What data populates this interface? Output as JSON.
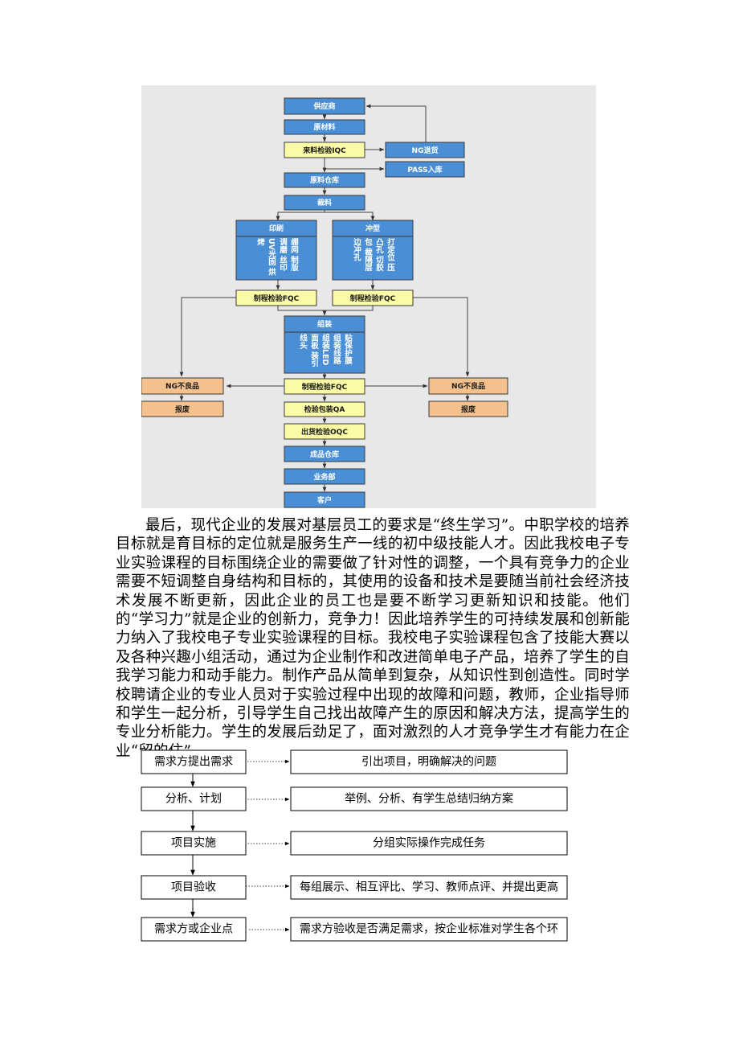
{
  "process_flow": {
    "supplier": "供应商",
    "raw_material": "原材料",
    "incoming_iqc": "来料检验IQC",
    "ng_return": "NG退货",
    "pass_storage": "PASS入库",
    "raw_warehouse": "原料仓库",
    "cutting": "裁料",
    "printing": "印刷",
    "printing_steps": "绷网 制版 调磨 丝印 UV光固 烘烤",
    "stamping": "冲型",
    "stamping_steps": "打定位 压凸孔 切胶包 裁隔层 边冲孔",
    "fqc_left": "制程检验FQC",
    "fqc_right": "制程检验FQC",
    "assembly": "组装",
    "assembly_steps": "贴保护膜 组装线路 组装LED面板 装引线头",
    "fqc_center": "制程检验FQC",
    "ng_defect_left": "NG不良品",
    "scrap_left": "报废",
    "ng_defect_right": "NG不良品",
    "scrap_right": "报废",
    "packing_qa": "检验包装QA",
    "outgoing_oqc": "出货检验OQC",
    "finished_warehouse": "成品仓库",
    "sales_dept": "业务部",
    "customer": "客户"
  },
  "article": {
    "paragraph": "最后，现代企业的发展对基层员工的要求是“终生学习”。中职学校的培养目标就是育目标的定位就是服务生产一线的初中级技能人才。因此我校电子专业实验课程的目标围绕企业的需要做了针对性的调整，一个具有竞争力的企业需要不短调整自身结构和目标的，其使用的设备和技术是要随当前社会经济技术发展不断更新，因此企业的员工也是要不断学习更新知识和技能。他们的“学习力”就是企业的创新力，竞争力！因此培养学生的可持续发展和创新能力纳入了我校电子专业实验课程的目标。我校电子实验课程包含了技能大赛以及各种兴趣小组活动，通过为企业制作和改进简单电子产品，培养了学生的自我学习能力和动手能力。制作产品从简单到复杂，从知识性到创造性。同时学校聘请企业的专业人员对于实验过程中出现的故障和问题，教师，企业指导师和学生一起分析，引导学生自己找出故障产生的原因和解决方法，提高学生的专业分析能力。学生的发展后劲足了，面对激烈的人才竞争学生才有能力在企业“留的住”。"
  },
  "project_flow": {
    "steps": [
      {
        "stage": "需求方提出需求",
        "action": "引出项目，明确解决的问题"
      },
      {
        "stage": "分析、计划",
        "action": "举例、分析、有学生总结归纳方案"
      },
      {
        "stage": "项目实施",
        "action": "分组实际操作完成任务"
      },
      {
        "stage": "项目验收",
        "action": "每组展示、相互评比、学习、教师点评、并提出更高"
      },
      {
        "stage": "需求方或企业点",
        "action": "需求方验收是否满足需求，按企业标准对学生各个环"
      }
    ]
  },
  "colors": {
    "blue_box": "#4a8fd6",
    "yellow_box": "#fdfca6",
    "orange_box": "#f4c08c",
    "diagram_bg": "#e8e8e8"
  }
}
